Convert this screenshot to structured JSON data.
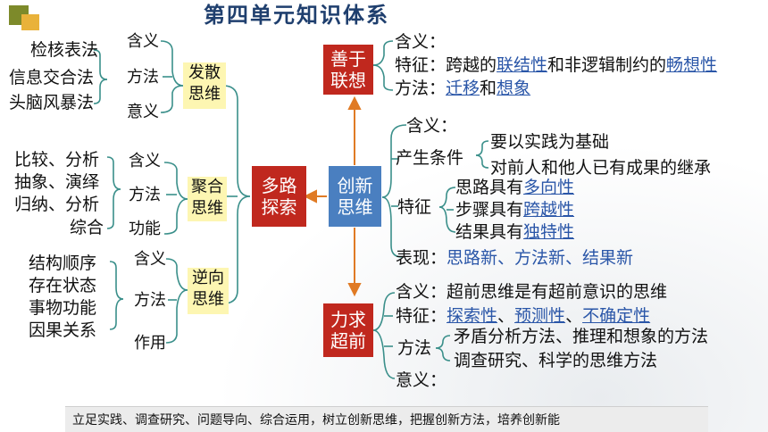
{
  "title": "第四单元知识体系",
  "center": "创新\n思维",
  "duolu": "多路\n探索",
  "shanyu": "善于\n联想",
  "liqiu": "力求\n超前",
  "left": {
    "fasan": "发散\n思维",
    "juhe": "聚合\n思维",
    "nixiang": "逆向\n思维",
    "fasan_items": [
      "含义",
      "方法",
      "意义"
    ],
    "fasan_methods": [
      "检核表法",
      "信息交合法",
      "头脑风暴法"
    ],
    "juhe_items": [
      "含义",
      "方法",
      "功能"
    ],
    "juhe_methods": [
      "比较、分析",
      "抽象、演绎",
      "归纳、分析",
      "综合"
    ],
    "nixiang_items": [
      "含义",
      "方法",
      "作用"
    ],
    "nixiang_methods": [
      "结构顺序",
      "存在状态",
      "事物功能",
      "因果关系"
    ]
  },
  "top_right": {
    "meaning": "含义：",
    "feature_prefix": "特征：跨越的",
    "feature_u1": "联结性",
    "feature_mid": "和非逻辑制约的",
    "feature_u2": "畅想性",
    "method_prefix": "方法：",
    "method_u1": "迁移",
    "method_mid": "和",
    "method_u2": "想象"
  },
  "mid_right": {
    "meaning": "含义：",
    "condition": "产生条件",
    "cond1": "要以实践为基础",
    "cond2": "对前人和他人已有成果的继承",
    "feature": "特征",
    "f1_prefix": "思路具有",
    "f1_u": "多向性",
    "f2_prefix": "步骤具有",
    "f2_u": "跨越性",
    "f3_prefix": "结果具有",
    "f3_u": "独特性",
    "perf_prefix": "表现：",
    "perf": "思路新、方法新、结果新"
  },
  "bottom_right": {
    "meaning": "含义：超前思维是有超前意识的思维",
    "feature_prefix": "特征：",
    "u1": "探索性",
    "sep1": "、",
    "u2": "预测性",
    "sep2": "、",
    "u3": "不确定性",
    "method": "方法",
    "m1": "矛盾分析方法、推理和想象的方法",
    "m2": "调查研究、科学的思维方法",
    "significance": "意义："
  },
  "footer": "立足实践、调查研究、问题导向、综合运用，树立创新思维，把握创新方法，培养创新能"
}
